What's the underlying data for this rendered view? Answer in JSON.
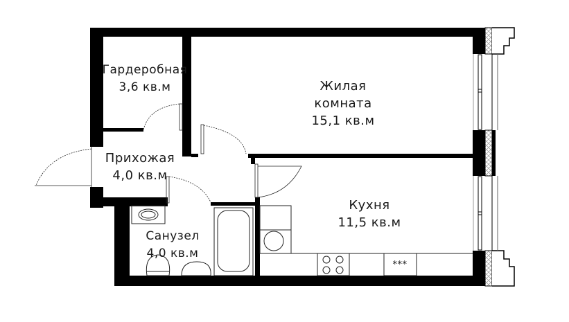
{
  "plan": {
    "rooms": [
      {
        "id": "wardrobe",
        "name": "Гардеробная",
        "area": "3,6 кв.м"
      },
      {
        "id": "living",
        "name_line1": "Жилая",
        "name_line2": "комната",
        "area": "15,1 кв.м"
      },
      {
        "id": "hallway",
        "name": "Прихожая",
        "area": "4,0 кв.м"
      },
      {
        "id": "bathroom",
        "name": "Санузел",
        "area": "4,0 кв.м"
      },
      {
        "id": "kitchen",
        "name": "Кухня",
        "area": "11,5 кв.м"
      }
    ],
    "fridge_label": "***",
    "colors": {
      "wall": "#000000",
      "line": "#1a1a1a",
      "background": "#ffffff",
      "insulation": "#bbbbbb"
    }
  }
}
